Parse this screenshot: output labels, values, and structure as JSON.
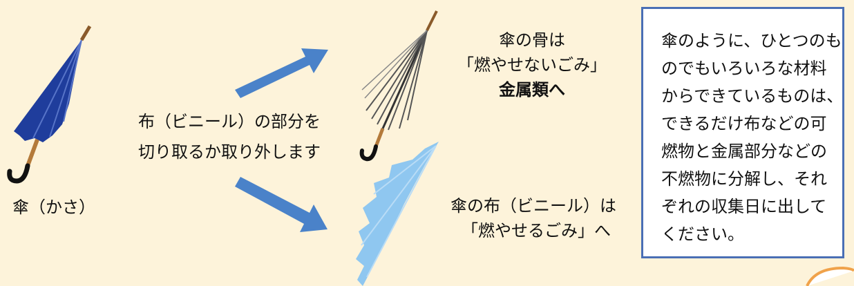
{
  "umbrella": {
    "label": "傘（かさ）",
    "canopy_color": "#1f3d9c"
  },
  "instruction": {
    "lines": [
      "布（ビニール）の部分を",
      "切り取るか取り外します"
    ]
  },
  "bones": {
    "lines": [
      "傘の骨は",
      "「燃やせないごみ」",
      "金属類へ"
    ]
  },
  "fabric": {
    "lines": [
      "傘の布（ビニール）は",
      "「燃やせるごみ」へ"
    ],
    "color": "#8fc7f0"
  },
  "info_box": {
    "lines": [
      "傘のように、ひとつのも",
      "のでもいろいろな材料",
      "からできているものは、",
      "できるだけ布などの可",
      "燃物と金属部分などの",
      "不燃物に分解し、それ",
      "ぞれの収集日に出して",
      "ください。"
    ],
    "border_color": "#4a6fb5"
  },
  "colors": {
    "background": "#fdf3da",
    "arrow": "#4a82c9"
  }
}
